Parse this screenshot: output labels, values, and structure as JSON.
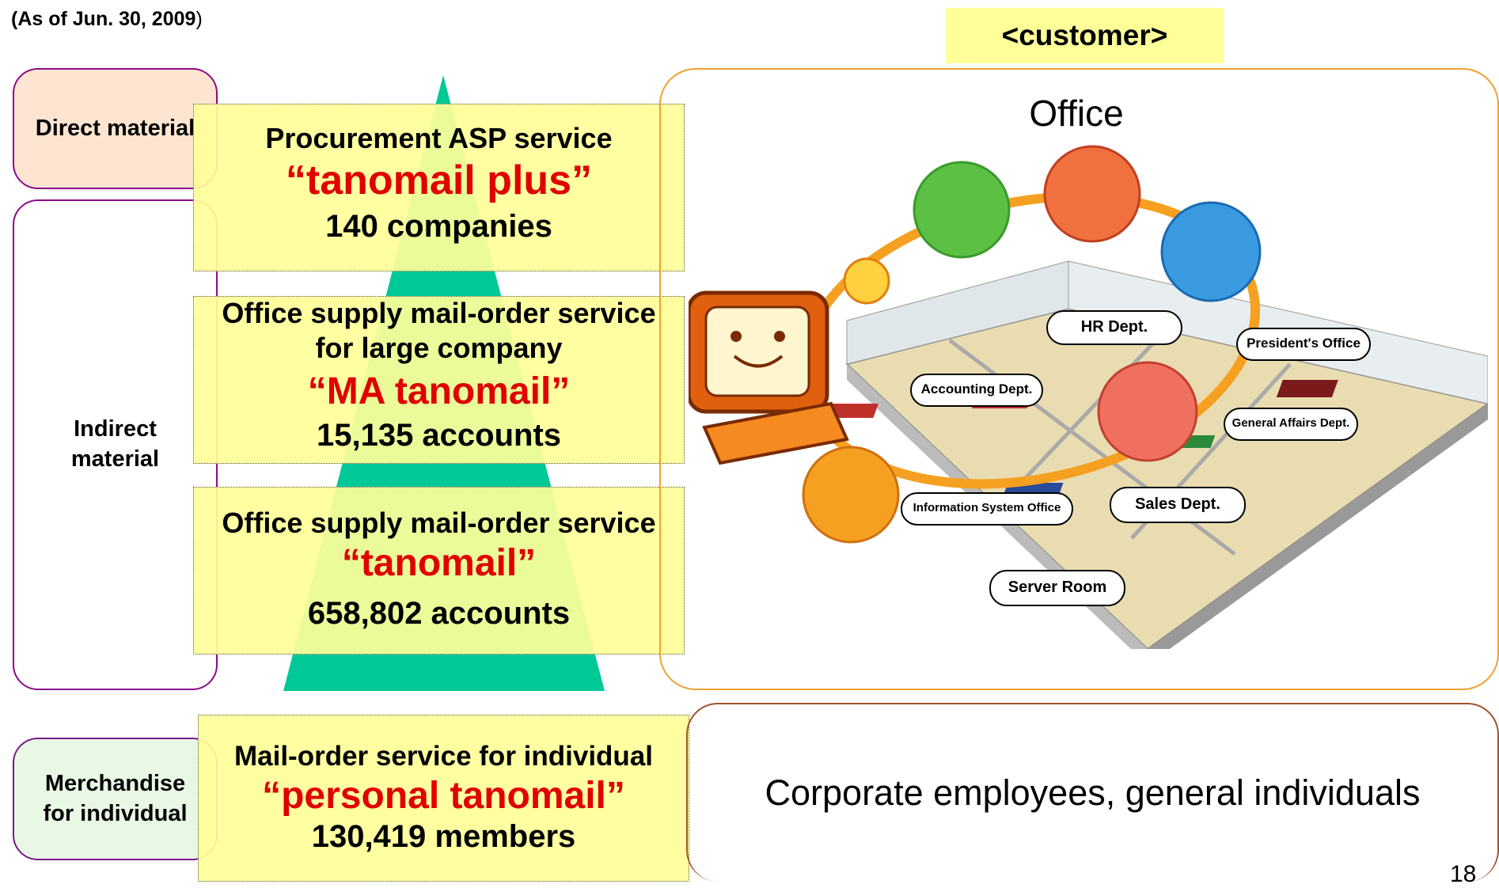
{
  "header": {
    "date_bold": "(As of Jun. 30, 2009",
    "date_close": ")"
  },
  "customer": {
    "title": "<customer>"
  },
  "categories": {
    "direct": "Direct material",
    "indirect_line1": "Indirect",
    "indirect_line2": "material",
    "individual_line1": "Merchandise",
    "individual_line2": "for individual"
  },
  "services": {
    "asp": {
      "line1": "Procurement ASP service",
      "name": "“tanomail plus”",
      "count": "140 companies"
    },
    "ma": {
      "line1": "Office supply mail-order service",
      "line2": "for large company",
      "name": "“MA tanomail”",
      "count": "15,135 accounts"
    },
    "tanomail": {
      "line1": "Office supply mail-order service",
      "name": "“tanomail”",
      "count": "658,802 accounts"
    },
    "personal": {
      "line1": "Mail-order service for individual",
      "name": "“personal tanomail”",
      "count": "130,419 members"
    }
  },
  "office": {
    "label": "Office",
    "departments": {
      "hr": "HR Dept.",
      "president": "President's Office",
      "accounting": "Accounting Dept.",
      "general_affairs": "General Affairs Dept.",
      "info_system": "Information System Office",
      "sales": "Sales Dept.",
      "server_room": "Server Room"
    }
  },
  "employees": {
    "text": "Corporate employees, general individuals"
  },
  "page": {
    "number": "18"
  },
  "colors": {
    "pyramid": "#00c896",
    "service_box": "#ffff99",
    "service_name": "#e00000",
    "category_border": "#8b0a8b",
    "office_frame": "#f0a030",
    "orbit": "#f5a020"
  }
}
